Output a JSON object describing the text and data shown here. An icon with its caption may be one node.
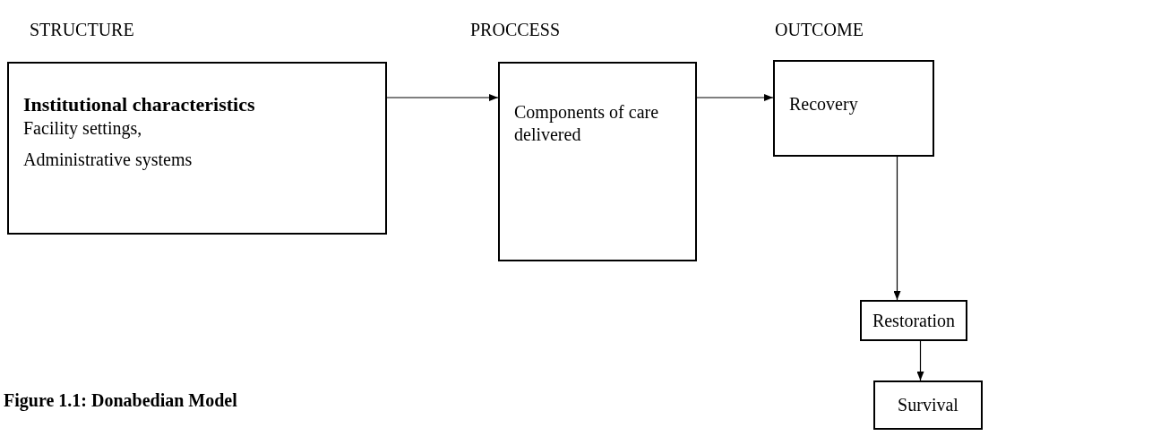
{
  "diagram": {
    "caption": "Figure 1.1: Donabedian Model",
    "nodes": [
      {
        "text": [
          "Institutional characteristics",
          "Facility settings,",
          "Administrative systems"
        ]
      },
      {
        "text": [
          "Components of care delivered"
        ]
      },
      {
        "text": [
          "Recovery"
        ]
      },
      {
        "text": [
          "Restoration"
        ]
      },
      {
        "text": [
          "Survival"
        ]
      }
    ],
    "edges": [
      {
        "from": 0,
        "to": 1,
        "arrow": "to"
      },
      {
        "from": 1,
        "to": 2,
        "arrow": "to"
      },
      {
        "from": 2,
        "to": 3,
        "arrow": "to"
      },
      {
        "from": 3,
        "to": 4,
        "arrow": "to"
      }
    ],
    "labels": [
      "STRUCTURE",
      "PROCCESS",
      "OUTCOME"
    ]
  }
}
